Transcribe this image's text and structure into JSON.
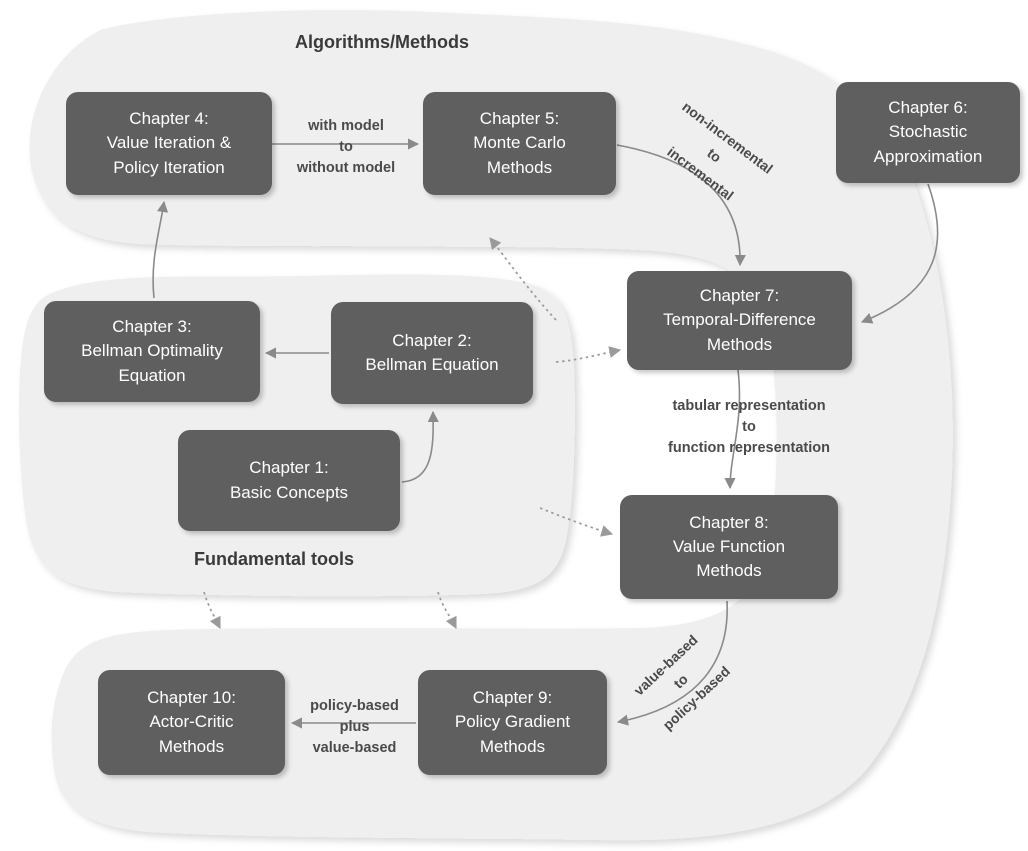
{
  "diagram": {
    "title_visible": false,
    "regions": [
      {
        "id": "algorithms",
        "label": "Algorithms/Methods"
      },
      {
        "id": "fundamental",
        "label": "Fundamental tools"
      }
    ],
    "nodes": [
      {
        "id": "ch4",
        "lines": [
          "Chapter 4:",
          "Value Iteration &",
          "Policy Iteration"
        ]
      },
      {
        "id": "ch5",
        "lines": [
          "Chapter 5:",
          "Monte Carlo",
          "Methods"
        ]
      },
      {
        "id": "ch6",
        "lines": [
          "Chapter 6:",
          "Stochastic",
          "Approximation"
        ]
      },
      {
        "id": "ch7",
        "lines": [
          "Chapter 7:",
          "Temporal-Difference",
          "Methods"
        ]
      },
      {
        "id": "ch3",
        "lines": [
          "Chapter 3:",
          "Bellman Optimality",
          "Equation"
        ]
      },
      {
        "id": "ch2",
        "lines": [
          "Chapter 2:",
          "Bellman Equation"
        ]
      },
      {
        "id": "ch1",
        "lines": [
          "Chapter 1:",
          "Basic Concepts"
        ]
      },
      {
        "id": "ch8",
        "lines": [
          "Chapter 8:",
          "Value Function",
          "Methods"
        ]
      },
      {
        "id": "ch9",
        "lines": [
          "Chapter 9:",
          "Policy Gradient",
          "Methods"
        ]
      },
      {
        "id": "ch10",
        "lines": [
          "Chapter 10:",
          "Actor-Critic",
          "Methods"
        ]
      }
    ],
    "edge_labels": [
      {
        "id": "ch4-ch5",
        "lines": [
          "with model",
          "to",
          "without model"
        ]
      },
      {
        "id": "ch5-ch7",
        "lines": [
          "non-incremental",
          "to",
          "incremental"
        ]
      },
      {
        "id": "ch7-ch8",
        "lines": [
          "tabular representation",
          "to",
          "function representation"
        ]
      },
      {
        "id": "ch8-ch9",
        "lines": [
          "value-based",
          "to",
          "policy-based"
        ]
      },
      {
        "id": "ch9-ch10",
        "lines": [
          "policy-based",
          "plus",
          "value-based"
        ]
      }
    ],
    "colors": {
      "node_fill": "#5f5f5f",
      "node_text": "#ffffff",
      "region_fill": "#efefef",
      "page_bg": "#ffffff",
      "edge_stroke": "#8a8a8a",
      "label_text": "#4a4a4a"
    }
  }
}
